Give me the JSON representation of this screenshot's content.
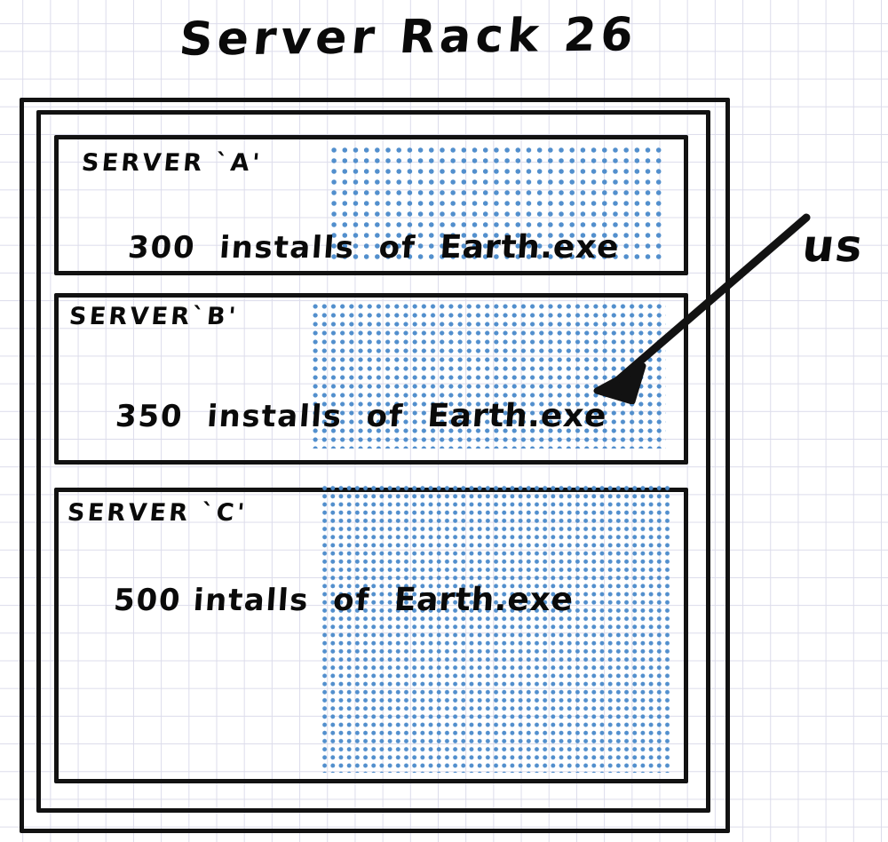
{
  "title": "Server Rack 26",
  "palette": {
    "ink": "#121212",
    "dots": "#4d8ccb",
    "grid": "#dcdceb",
    "paper": "#ffffff"
  },
  "rack": {
    "slots": [
      {
        "id": "a",
        "name": "SERVER `A'",
        "count": "300",
        "line": "300  installs  of  ",
        "program": "Earth.exe",
        "full_line": "300 installs of Earth.exe"
      },
      {
        "id": "b",
        "name": "SERVER`B'",
        "count": "350",
        "line": "350  installs  of  ",
        "program": "Earth.exe",
        "full_line": "350 installs of Earth.exe"
      },
      {
        "id": "c",
        "name": "SERVER `C'",
        "count": "500",
        "line": "500 intalls  of  ",
        "program": "Earth.exe",
        "full_line": "500 intalls of Earth.exe"
      }
    ]
  },
  "annotation": {
    "label": "us",
    "points_to": "server-b-dots"
  }
}
